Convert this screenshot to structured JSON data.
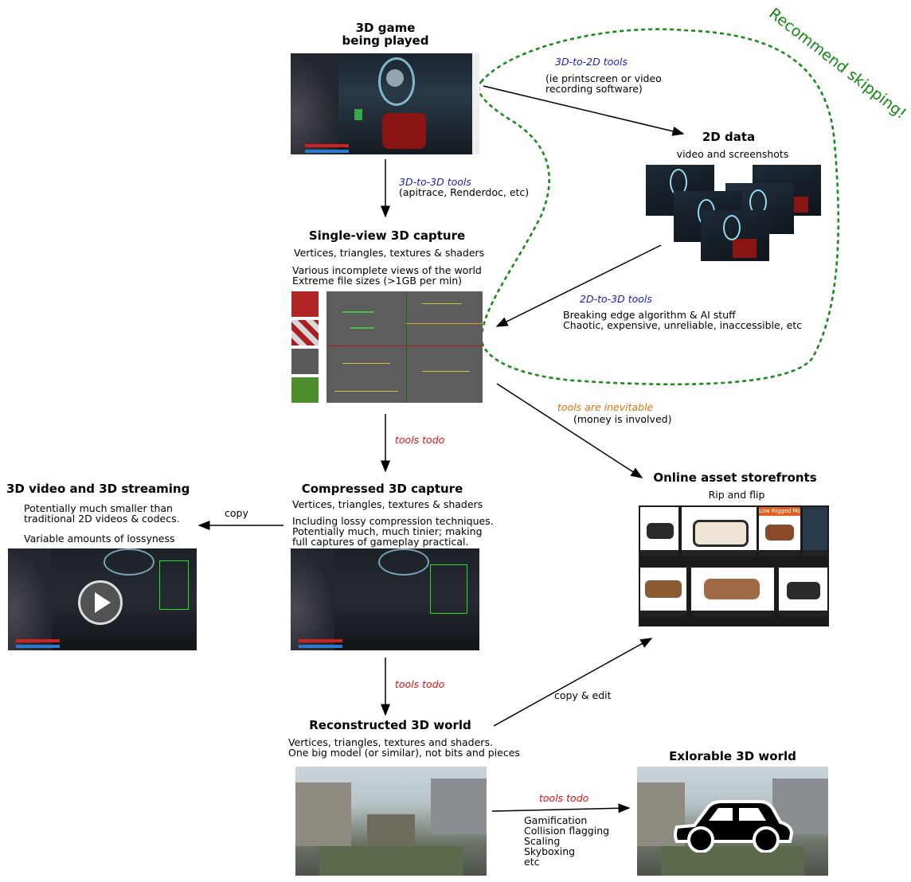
{
  "nodes": {
    "game": {
      "title": "3D game\nbeing played"
    },
    "data2d": {
      "title": "2D data",
      "sub": "video and screenshots"
    },
    "single": {
      "title": "Single-view 3D capture",
      "sub": "Vertices, triangles, textures & shaders",
      "notes": [
        "Various incomplete views of the world",
        "Extreme file sizes (>1GB per min)"
      ]
    },
    "compressed": {
      "title": "Compressed 3D capture",
      "sub": "Vertices, triangles, textures & shaders",
      "notes": [
        "Including lossy compression techniques.",
        "Potentially much, much tinier; making",
        "full captures of gameplay practical."
      ]
    },
    "streaming": {
      "title": "3D video and 3D streaming",
      "notes": [
        "Potentially much smaller than",
        "traditional 2D videos & codecs.",
        "Variable amounts of lossyness"
      ]
    },
    "storefront": {
      "title": "Online asset storefronts",
      "sub": "Rip and flip"
    },
    "recon": {
      "title": "Reconstructed 3D world",
      "notes": [
        "Vertices, triangles, textures and shaders.",
        "One big model (or similar), not bits and pieces"
      ]
    },
    "explorable": {
      "title": "Exlorable 3D world"
    }
  },
  "edges": {
    "e2d_tools": {
      "label": "3D-to-2D tools",
      "note": [
        "(ie printscreen or video",
        "recording software)"
      ]
    },
    "e3d_tools": {
      "label": "3D-to-3D tools",
      "note": [
        "(apitrace, Renderdoc, etc)"
      ]
    },
    "e2d3d_tools": {
      "label": "2D-to-3D tools",
      "note": [
        "Breaking edge algorithm & AI stuff",
        "Chaotic, expensive, unreliable, inaccessible, etc"
      ]
    },
    "inevitable": {
      "label": "tools are inevitable",
      "note": [
        "(money is involved)"
      ]
    },
    "todo1": {
      "label": "tools todo"
    },
    "todo2": {
      "label": "tools todo"
    },
    "todo3": {
      "label": "tools todo",
      "note": [
        "Gamification",
        "Collision flagging",
        "Scaling",
        "Skyboxing",
        "etc"
      ]
    },
    "copy": {
      "label": "copy"
    },
    "copy_edit": {
      "label": "copy & edit"
    }
  },
  "annotation": {
    "skip": "Recommend skipping!"
  },
  "storefront_tiles": [
    {
      "caption": ""
    },
    {
      "caption": ""
    },
    {
      "caption": "Low Rigged Mode"
    },
    {
      "caption": ""
    },
    {
      "caption": ""
    },
    {
      "caption": ""
    },
    {
      "caption": ""
    }
  ],
  "colors": {
    "tool_blue": "#1a1acc",
    "tool_red": "#dd1111",
    "tool_orange": "#e07010",
    "skip_green": "#118811"
  }
}
